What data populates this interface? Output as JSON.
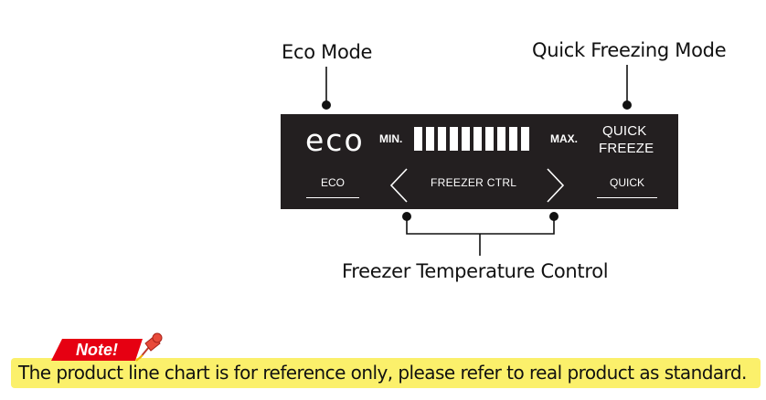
{
  "callouts": {
    "eco_mode": "Eco Mode",
    "quick_freezing_mode": "Quick Freezing Mode",
    "freezer_temperature_control": "Freezer Temperature Control"
  },
  "panel": {
    "eco_word": "eco",
    "min_label": "MIN.",
    "max_label": "MAX.",
    "level_segments": 10,
    "quick_freeze_line1": "QUICK",
    "quick_freeze_line2": "FREEZE",
    "eco_button": "ECO",
    "freezer_ctrl": "FREEZER CTRL",
    "quick_button": "QUICK"
  },
  "note": {
    "tag": "Note!",
    "text": "The product line chart is for reference only, please refer to real product as standard."
  },
  "colors": {
    "panel_bg": "#231f20",
    "note_bg": "#fbf06b",
    "note_tag": "#e60012"
  }
}
